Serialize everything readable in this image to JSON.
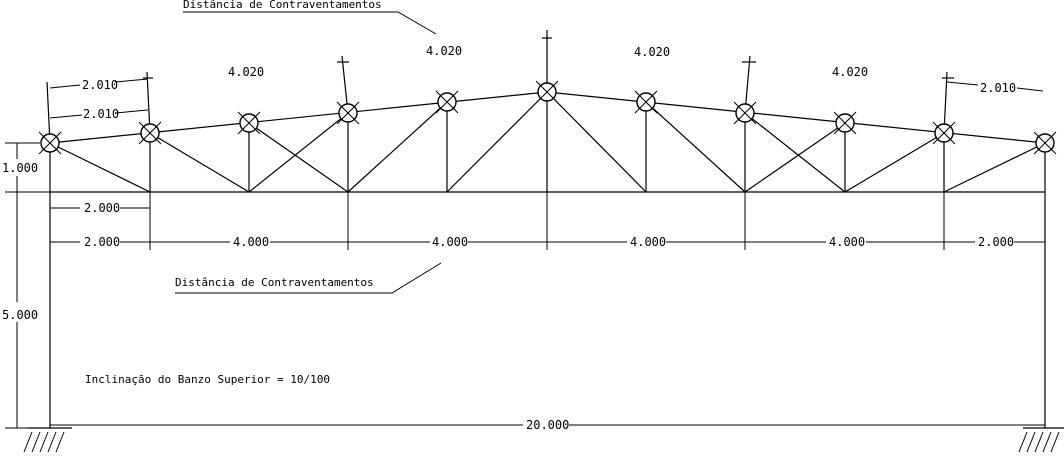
{
  "annotations": {
    "bracing_top": "Distância de Contraventamentos",
    "bracing_bottom": "Distância de Contraventamentos",
    "slope": "Inclinação do Banzo Superior = 10/100"
  },
  "dimensions": {
    "top_slope_1": "4.020",
    "top_slope_2": "4.020",
    "top_slope_3": "4.020",
    "top_slope_4": "4.020",
    "top_left_upper": "2.010",
    "top_left_lower": "2.010",
    "top_right": "2.010",
    "height_truss": "1.000",
    "height_column": "5.000",
    "first_bay": "2.000",
    "bays": [
      "2.000",
      "4.000",
      "4.000",
      "4.000",
      "4.000",
      "2.000"
    ],
    "span": "20.000"
  },
  "colors": {
    "line": "#000000",
    "background": "#ffffff"
  }
}
